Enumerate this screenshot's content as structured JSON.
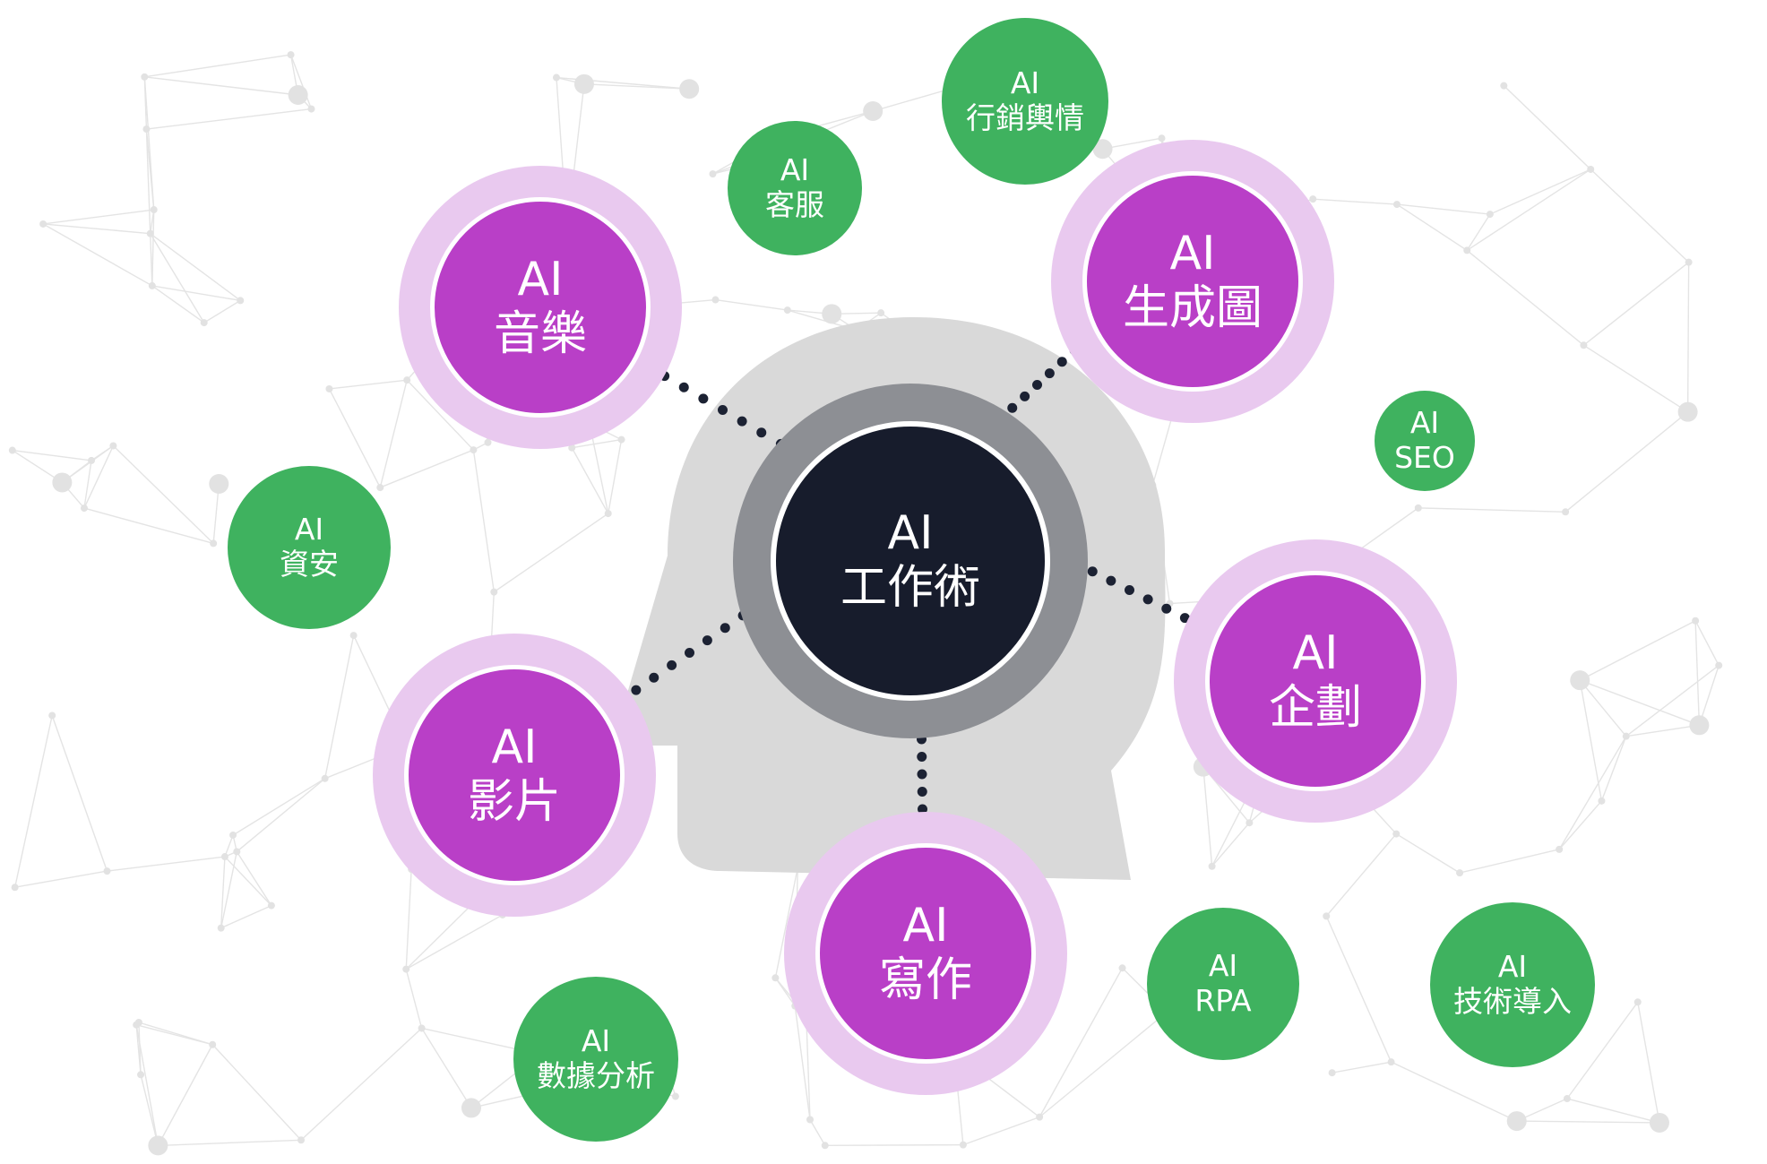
{
  "center": {
    "line1": "AI",
    "line2": "工作術"
  },
  "primary_topics": [
    {
      "line1": "AI",
      "line2": "音樂"
    },
    {
      "line1": "AI",
      "line2": "生成圖"
    },
    {
      "line1": "AI",
      "line2": "企劃"
    },
    {
      "line1": "AI",
      "line2": "寫作"
    },
    {
      "line1": "AI",
      "line2": "影片"
    }
  ],
  "secondary_topics": [
    {
      "line1": "AI",
      "line2": "客服"
    },
    {
      "line1": "AI",
      "line2": "行銷輿情"
    },
    {
      "line1": "AI",
      "line2": "SEO"
    },
    {
      "line1": "AI",
      "line2": "資安"
    },
    {
      "line1": "AI",
      "line2": "數據分析"
    },
    {
      "line1": "AI",
      "line2": "RPA"
    },
    {
      "line1": "AI",
      "line2": "技術導入"
    }
  ],
  "colors": {
    "primary_fill": "#b93fc7",
    "primary_halo": "#e9c9ef",
    "secondary_fill": "#3fb25f",
    "center_fill": "#171c2c",
    "center_ring": "#8d8f94",
    "head_silhouette": "#d9d9d9",
    "connector_dots": "#1c2233",
    "network_lines": "#e4e4e4"
  }
}
